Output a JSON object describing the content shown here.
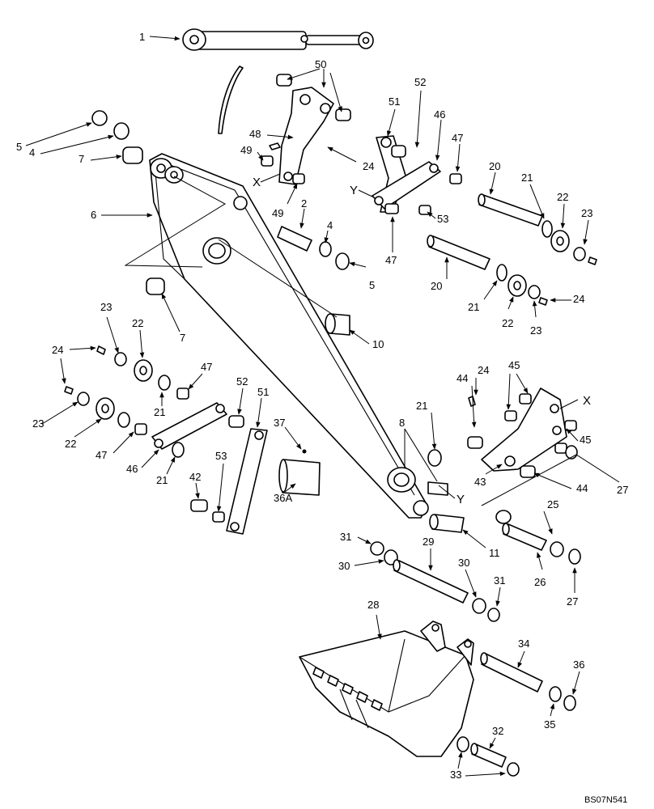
{
  "diagram_code": "BS07N541",
  "callouts": [
    {
      "id": "c1",
      "text": "1"
    },
    {
      "id": "c2",
      "text": "2"
    },
    {
      "id": "c4a",
      "text": "4"
    },
    {
      "id": "c4b",
      "text": "4"
    },
    {
      "id": "c5a",
      "text": "5"
    },
    {
      "id": "c5b",
      "text": "5"
    },
    {
      "id": "c6",
      "text": "6"
    },
    {
      "id": "c7a",
      "text": "7"
    },
    {
      "id": "c7b",
      "text": "7"
    },
    {
      "id": "c8",
      "text": "8"
    },
    {
      "id": "c10",
      "text": "10"
    },
    {
      "id": "c11",
      "text": "11"
    },
    {
      "id": "c20a",
      "text": "20"
    },
    {
      "id": "c20b",
      "text": "20"
    },
    {
      "id": "c21a",
      "text": "21"
    },
    {
      "id": "c21b",
      "text": "21"
    },
    {
      "id": "c21c",
      "text": "21"
    },
    {
      "id": "c21d",
      "text": "21"
    },
    {
      "id": "c21e",
      "text": "21"
    },
    {
      "id": "c22a",
      "text": "22"
    },
    {
      "id": "c22b",
      "text": "22"
    },
    {
      "id": "c22c",
      "text": "22"
    },
    {
      "id": "c22d",
      "text": "22"
    },
    {
      "id": "c23a",
      "text": "23"
    },
    {
      "id": "c23b",
      "text": "23"
    },
    {
      "id": "c23c",
      "text": "23"
    },
    {
      "id": "c23d",
      "text": "23"
    },
    {
      "id": "c24a",
      "text": "24"
    },
    {
      "id": "c24b",
      "text": "24"
    },
    {
      "id": "c24c",
      "text": "24"
    },
    {
      "id": "c24d",
      "text": "24"
    },
    {
      "id": "c25",
      "text": "25"
    },
    {
      "id": "c26",
      "text": "26"
    },
    {
      "id": "c27a",
      "text": "27"
    },
    {
      "id": "c27b",
      "text": "27"
    },
    {
      "id": "c28",
      "text": "28"
    },
    {
      "id": "c29",
      "text": "29"
    },
    {
      "id": "c30a",
      "text": "30"
    },
    {
      "id": "c30b",
      "text": "30"
    },
    {
      "id": "c31a",
      "text": "31"
    },
    {
      "id": "c31b",
      "text": "31"
    },
    {
      "id": "c32",
      "text": "32"
    },
    {
      "id": "c33",
      "text": "33"
    },
    {
      "id": "c34",
      "text": "34"
    },
    {
      "id": "c35",
      "text": "35"
    },
    {
      "id": "c36",
      "text": "36"
    },
    {
      "id": "c36a",
      "text": "36A"
    },
    {
      "id": "c37",
      "text": "37"
    },
    {
      "id": "c42",
      "text": "42"
    },
    {
      "id": "c43",
      "text": "43"
    },
    {
      "id": "c44a",
      "text": "44"
    },
    {
      "id": "c44b",
      "text": "44"
    },
    {
      "id": "c45a",
      "text": "45"
    },
    {
      "id": "c45b",
      "text": "45"
    },
    {
      "id": "c46a",
      "text": "46"
    },
    {
      "id": "c46b",
      "text": "46"
    },
    {
      "id": "c47a",
      "text": "47"
    },
    {
      "id": "c47b",
      "text": "47"
    },
    {
      "id": "c47c",
      "text": "47"
    },
    {
      "id": "c47d",
      "text": "47"
    },
    {
      "id": "c48",
      "text": "48"
    },
    {
      "id": "c49a",
      "text": "49"
    },
    {
      "id": "c49b",
      "text": "49"
    },
    {
      "id": "c50",
      "text": "50"
    },
    {
      "id": "c51a",
      "text": "51"
    },
    {
      "id": "c51b",
      "text": "51"
    },
    {
      "id": "c52a",
      "text": "52"
    },
    {
      "id": "c52b",
      "text": "52"
    },
    {
      "id": "c53a",
      "text": "53"
    },
    {
      "id": "c53b",
      "text": "53"
    }
  ],
  "reference_marks": [
    {
      "id": "xa",
      "text": "X"
    },
    {
      "id": "xb",
      "text": "X"
    },
    {
      "id": "ya",
      "text": "Y"
    },
    {
      "id": "yb",
      "text": "Y"
    }
  ]
}
